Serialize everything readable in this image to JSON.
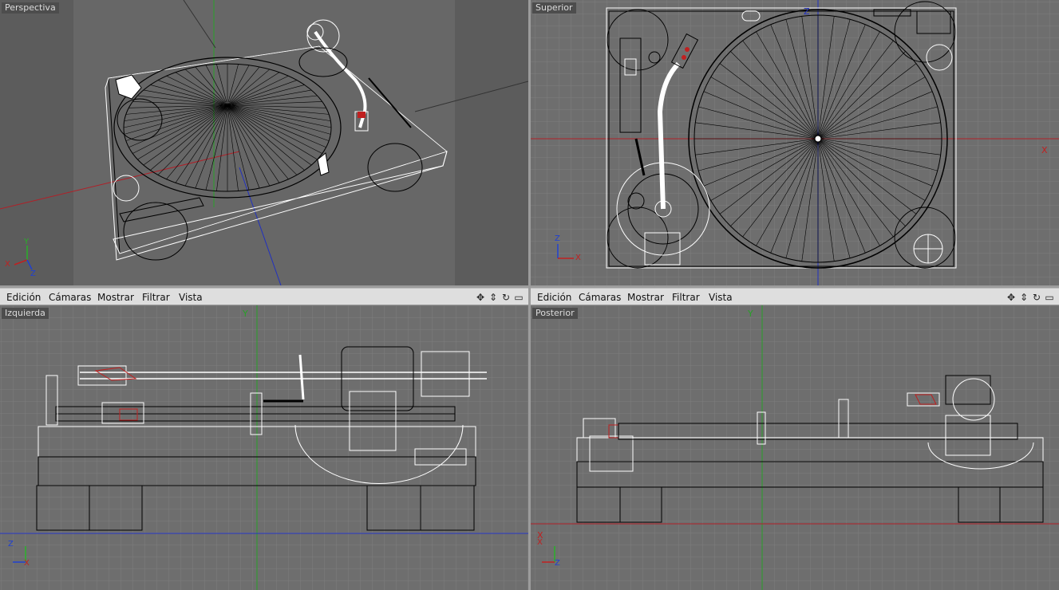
{
  "viewports": {
    "perspective": {
      "label": "Perspectiva"
    },
    "top": {
      "label": "Superior"
    },
    "left": {
      "label": "Izquierda"
    },
    "back": {
      "label": "Posterior"
    }
  },
  "menus": {
    "left": [
      "Edición",
      "Cámaras",
      "Mostrar",
      "Filtrar",
      "Vista"
    ],
    "right": [
      "Edición",
      "Cámaras",
      "Mostrar",
      "Filtrar",
      "Vista"
    ]
  },
  "axis_labels": {
    "x": "X",
    "y": "Y",
    "z": "Z"
  },
  "icons": {
    "nav": [
      "move-icon",
      "dolly-icon",
      "rotate-icon",
      "maximize-icon"
    ]
  },
  "colors": {
    "viewport_bg": "#6e6e6e",
    "perspective_bg": "#5a5a5a",
    "grid": "#7c7c7c",
    "wire": "#000000",
    "highlight": "#ffffff",
    "axis_x": "#c0202a",
    "axis_y": "#1ca81c",
    "axis_z": "#2030c0"
  }
}
